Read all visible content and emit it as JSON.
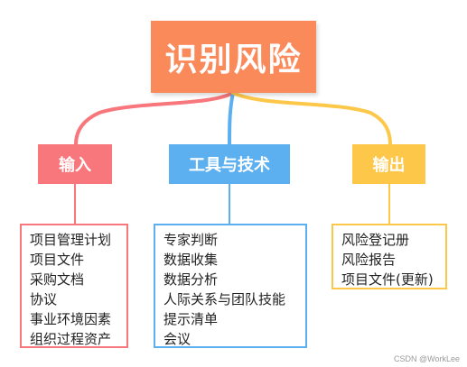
{
  "root": {
    "label": "识别风险"
  },
  "branches": {
    "input": {
      "label": "输入",
      "color": "#f7777c",
      "items": [
        "项目管理计划",
        "项目文件",
        "采购文档",
        "协议",
        "事业环境因素",
        "组织过程资产"
      ]
    },
    "tools": {
      "label": "工具与技术",
      "color": "#5db0ef",
      "items": [
        "专家判断",
        "数据收集",
        "数据分析",
        "人际关系与团队技能",
        "提示清单",
        "会议"
      ]
    },
    "output": {
      "label": "输出",
      "color": "#fdc84a",
      "items": [
        "风险登记册",
        "风险报告",
        "项目文件(更新)"
      ]
    }
  },
  "colors": {
    "root": "#fb8a5b"
  },
  "watermark": "CSDN @WorkLee"
}
